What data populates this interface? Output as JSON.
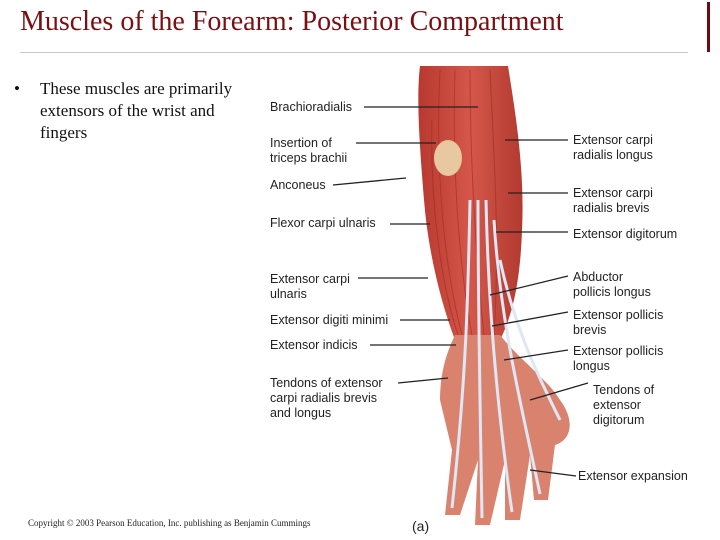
{
  "slide": {
    "title": "Muscles of the Forearm: Posterior Compartment",
    "bullet": "These muscles are primarily extensors of the wrist and fingers",
    "bullet_symbol": "•",
    "copyright": "Copyright © 2003 Pearson Education, Inc. publishing as Benjamin Cummings",
    "figure_label": "(a)"
  },
  "labels_left": [
    [
      "Brachioradialis"
    ],
    [
      "Insertion of",
      "triceps brachii"
    ],
    [
      "Anconeus"
    ],
    [
      "Flexor carpi ulnaris"
    ],
    [
      "Extensor carpi",
      "ulnaris"
    ],
    [
      "Extensor digiti minimi"
    ],
    [
      "Extensor indicis"
    ],
    [
      "Tendons of extensor",
      "carpi radialis brevis",
      "and longus"
    ]
  ],
  "labels_right": [
    [
      "Extensor carpi",
      "radialis longus"
    ],
    [
      "Extensor carpi",
      "radialis brevis"
    ],
    [
      "Extensor digitorum"
    ],
    [
      "Abductor",
      "pollicis longus"
    ],
    [
      "Extensor pollicis",
      "brevis"
    ],
    [
      "Extensor pollicis",
      "longus"
    ],
    [
      "Tendons of",
      "extensor",
      "digitorum"
    ],
    [
      "Extensor expansion"
    ]
  ],
  "colors": {
    "title": "#7a0f12",
    "muscle": "#c8473c",
    "muscle_dark": "#a8302a",
    "tendon": "#d8dff0",
    "skin": "#e9b9a6"
  }
}
